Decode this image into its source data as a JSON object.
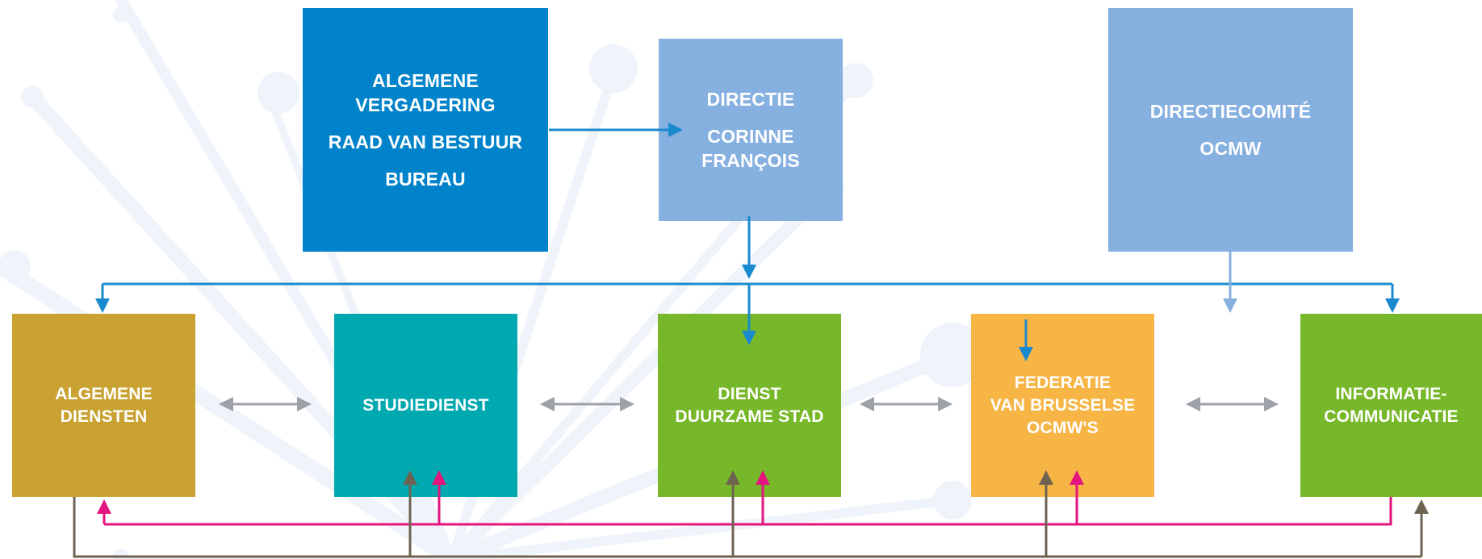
{
  "colors": {
    "dark_blue": "#0083CA",
    "light_blue": "#86B0E0",
    "gold": "#C9A232",
    "teal": "#00A8B0",
    "green": "#77B82A",
    "orange": "#F7B546",
    "connector_blue": "#1A8ACF",
    "connector_light_blue": "#86B0E0",
    "connector_gray": "#9DA1A8",
    "connector_magenta": "#E4157E",
    "connector_brown": "#6E6350",
    "background_decor": "#E3ECF7"
  },
  "boxes": {
    "general_assembly": {
      "line1": "ALGEMENE",
      "line2": "VERGADERING",
      "line3": "RAAD VAN BESTUUR",
      "line4": "BUREAU"
    },
    "directie": {
      "line1": "DIRECTIE",
      "line2": "CORINNE",
      "line3": "FRANÇOIS"
    },
    "directiecomite": {
      "line1": "DIRECTIECOMITÉ",
      "line2": "OCMW"
    },
    "algemene_diensten": {
      "line1": "ALGEMENE",
      "line2": "DIENSTEN"
    },
    "studiedienst": {
      "line1": "STUDIEDIENST"
    },
    "dienst_duurzame_stad": {
      "line1": "DIENST",
      "line2": "DUURZAME STAD"
    },
    "federatie": {
      "line1": "FEDERATIE",
      "line2": "VAN BRUSSELSE",
      "line3": "OCMW'S"
    },
    "informatie": {
      "line1": "INFORMATIE-",
      "line2": "COMMUNICATIE"
    }
  }
}
